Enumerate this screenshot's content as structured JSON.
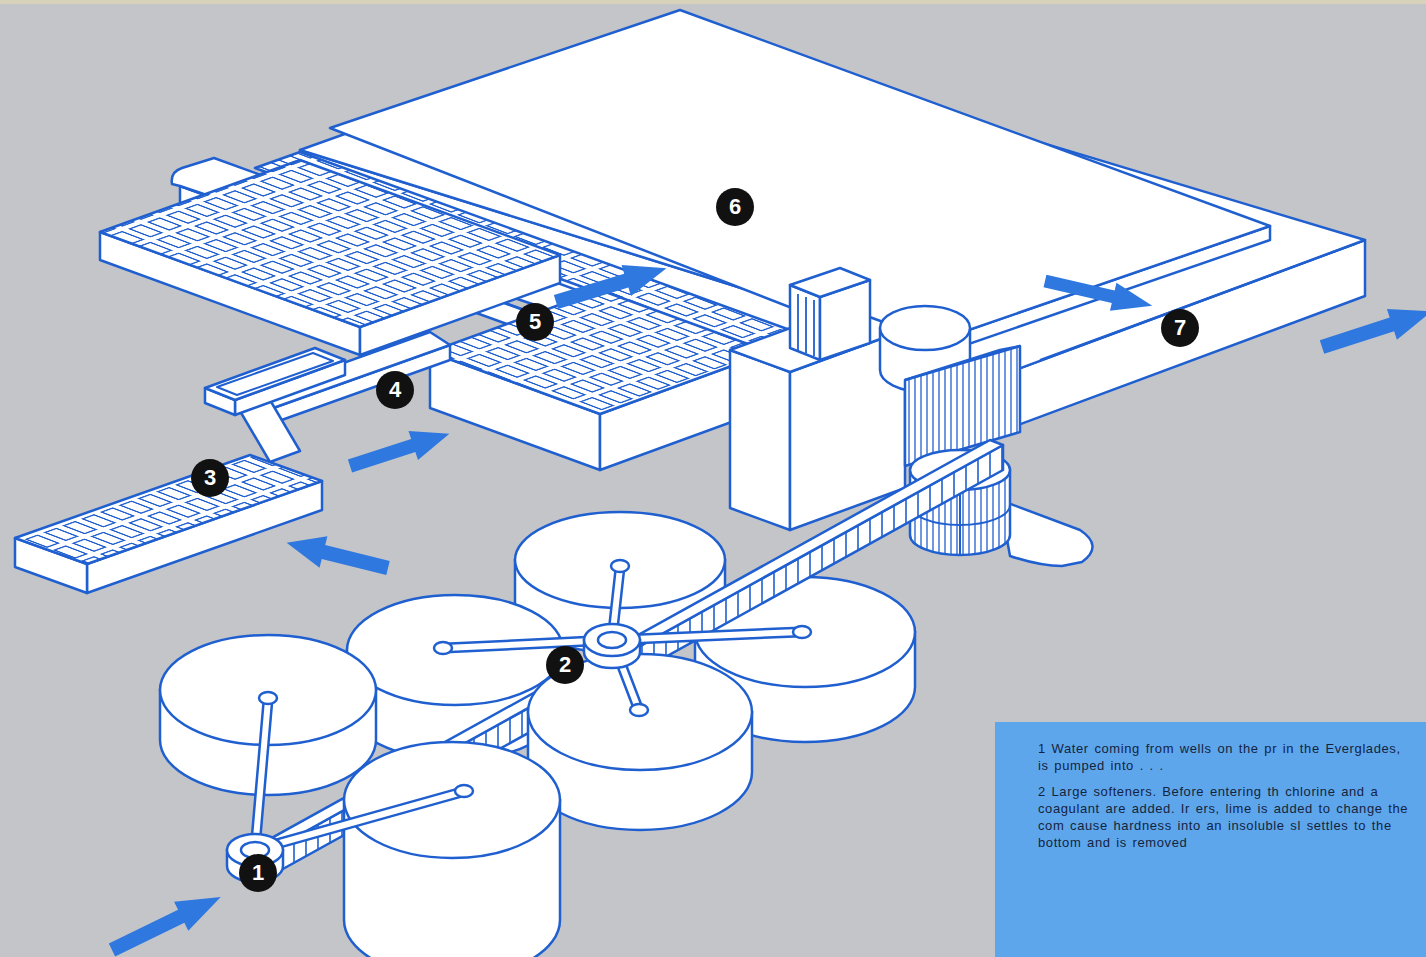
{
  "diagram": {
    "nodes": [
      {
        "text": [
          "1 Water coming from wells on the pr in the Everglades, is pumped into . . .",
          "2 Large softeners. Before entering th chlorine and a coagulant are added. Ir ers, lime is added to change the com cause hardness into an insoluble sl settles to the bottom and is removed"
        ]
      }
    ],
    "labels": [
      "1",
      "2",
      "3",
      "4",
      "5",
      "6",
      "7"
    ]
  }
}
